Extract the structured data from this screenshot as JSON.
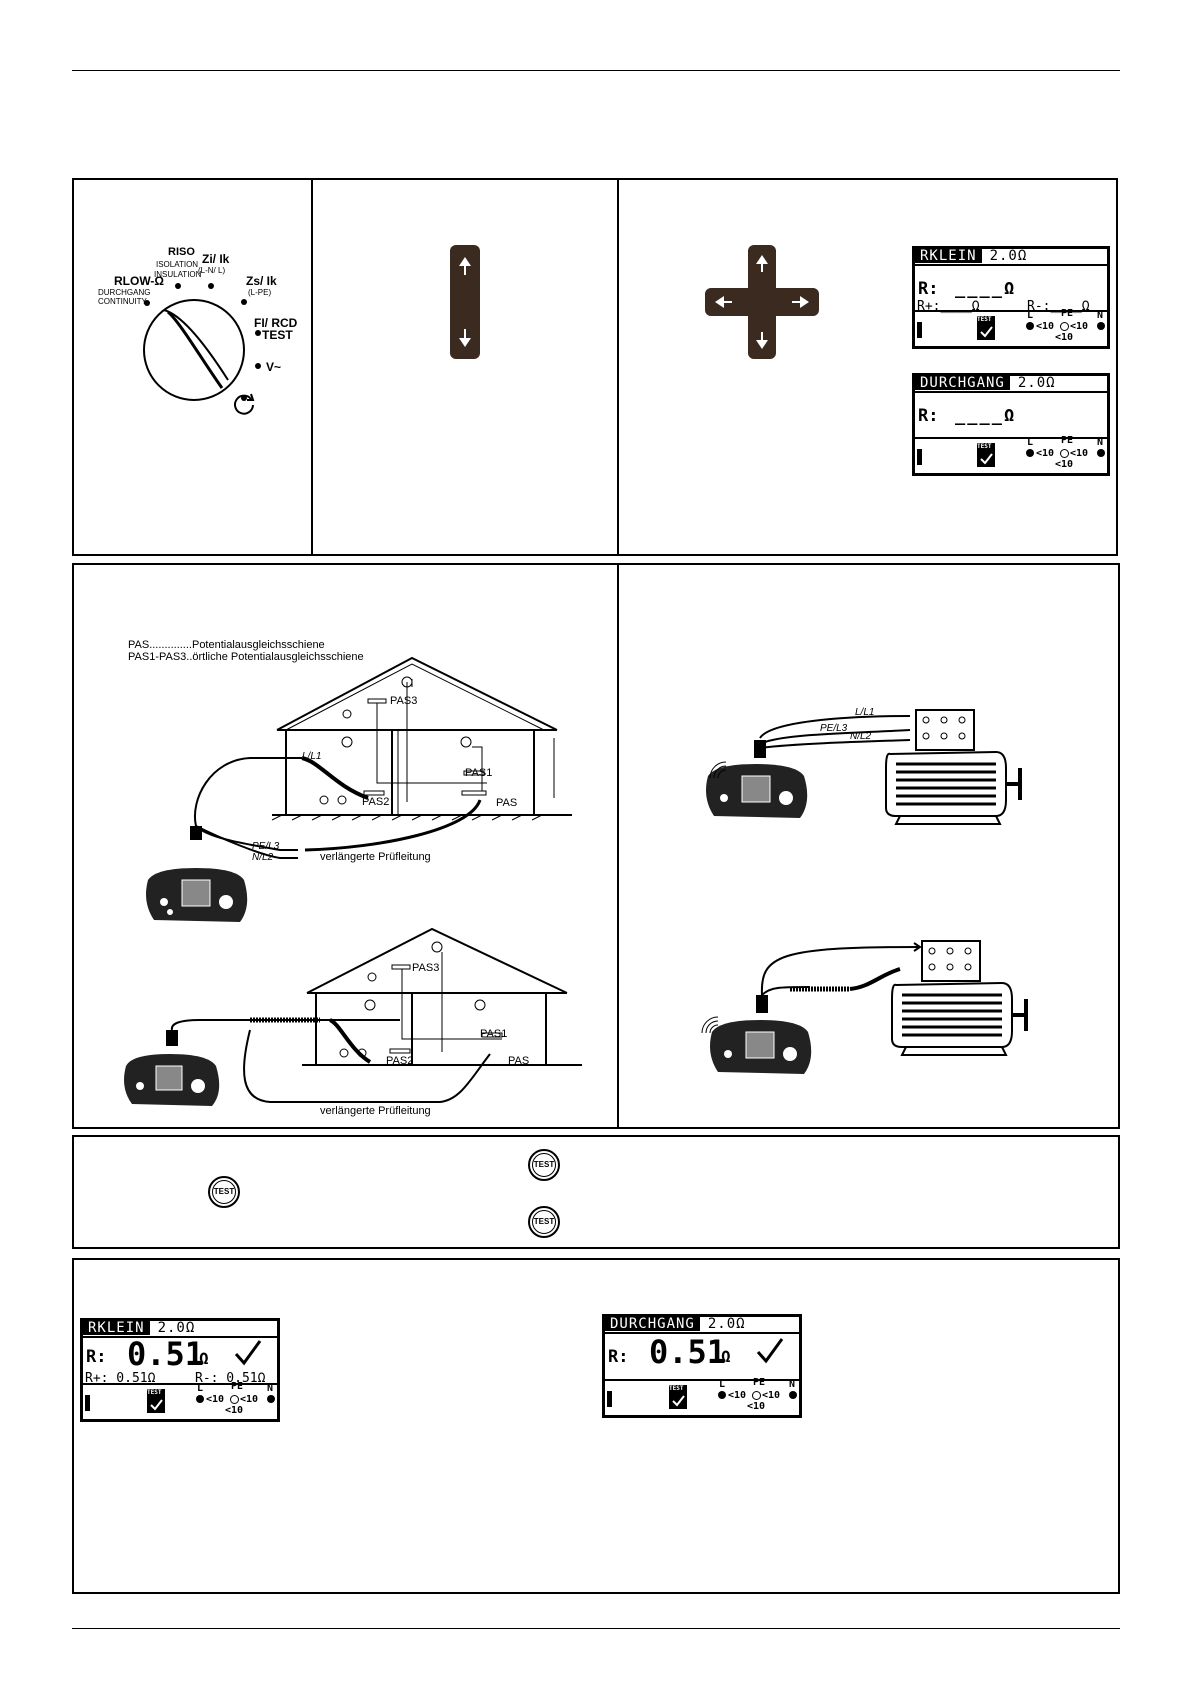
{
  "selector": {
    "rlow_top": "RLOW-Ω",
    "rlow_1": "DURCHGANG",
    "rlow_2": "CONTINUITY",
    "riso_1": "RISO",
    "riso_2": "ISOLATION",
    "riso_3": "INSULATION",
    "zi_1": "Zi/ Ik",
    "zi_2": "(L-N/ L)",
    "zs_1": "Zs/ Ik",
    "zs_2": "(L-PE)",
    "fi_1": "FI/ RCD",
    "fi_2": "TEST",
    "v": "V~"
  },
  "lcd_rklein_empty": {
    "name": "RKLEIN",
    "limit": "2.0Ω",
    "r_label": "R:",
    "r_value": "____Ω",
    "rplus": "R+:____Ω",
    "rminus": "R-:____Ω"
  },
  "lcd_durchgang_empty": {
    "name": "DURCHGANG",
    "limit": "2.0Ω",
    "r_label": "R:",
    "r_value": "____Ω"
  },
  "lcd_common": {
    "test": "TEST",
    "L": "L",
    "PE": "PE",
    "N": "N",
    "lt10": "<10"
  },
  "wiring_left": {
    "legend_1": "PAS..............Potentialausgleichsschiene",
    "legend_2": "PAS1-PAS3..örtliche Potentialausgleichsschiene",
    "pas": "PAS",
    "pas1": "PAS1",
    "pas2": "PAS2",
    "pas3": "PAS3",
    "l1": "L/L1",
    "pel3": "PE/L3",
    "nl2": "N/L2",
    "ext_lead": "verlängerte Prüfleitung"
  },
  "wiring_right": {
    "l1": "L/L1",
    "pel3": "PE/L3",
    "nl2": "N/L2"
  },
  "test_button": "TEST",
  "lcd_rklein_result": {
    "name": "RKLEIN",
    "limit": "2.0Ω",
    "r_label": "R:",
    "r_value": "0.51",
    "unit": "Ω",
    "rplus": "R+: 0.51Ω",
    "rminus": "R-: 0.51Ω"
  },
  "lcd_durchgang_result": {
    "name": "DURCHGANG",
    "limit": "2.0Ω",
    "r_label": "R:",
    "r_value": "0.51",
    "unit": "Ω"
  }
}
